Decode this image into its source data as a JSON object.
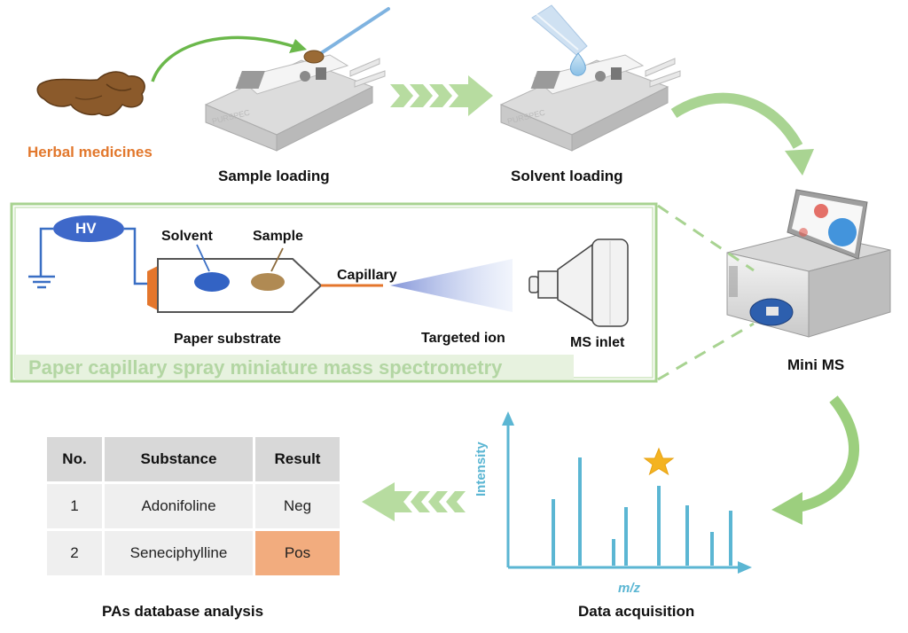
{
  "top": {
    "herbal_label": "Herbal medicines",
    "sample_loading_label": "Sample loading",
    "solvent_loading_label": "Solvent loading",
    "device_brand": "PURSPEC"
  },
  "instrument": {
    "label": "Mini MS"
  },
  "schematic": {
    "hv_label": "HV",
    "solvent_label": "Solvent",
    "sample_label": "Sample",
    "capillary_label": "Capillary",
    "paper_label": "Paper substrate",
    "targeted_ion_label": "Targeted ion",
    "ms_inlet_label": "MS inlet",
    "banner": "Paper capillary spray miniature mass spectrometry"
  },
  "spectrum": {
    "ylabel": "Intensity",
    "xlabel": "m/z",
    "title": "Data acquisition"
  },
  "database": {
    "title": "PAs database analysis",
    "columns": [
      "No.",
      "Substance",
      "Result"
    ],
    "rows": [
      {
        "no": "1",
        "substance": "Adonifoline",
        "result": "Neg"
      },
      {
        "no": "2",
        "substance": "Seneciphylline",
        "result": "Pos"
      }
    ]
  },
  "colors": {
    "green_arrow": "#9ccf7e",
    "frame_green": "#a8d391",
    "spectrum_blue": "#5bb6d3",
    "hv_blue": "#3a6fc4",
    "orange": "#e2782d",
    "pos_fill": "#f2ac7e"
  }
}
